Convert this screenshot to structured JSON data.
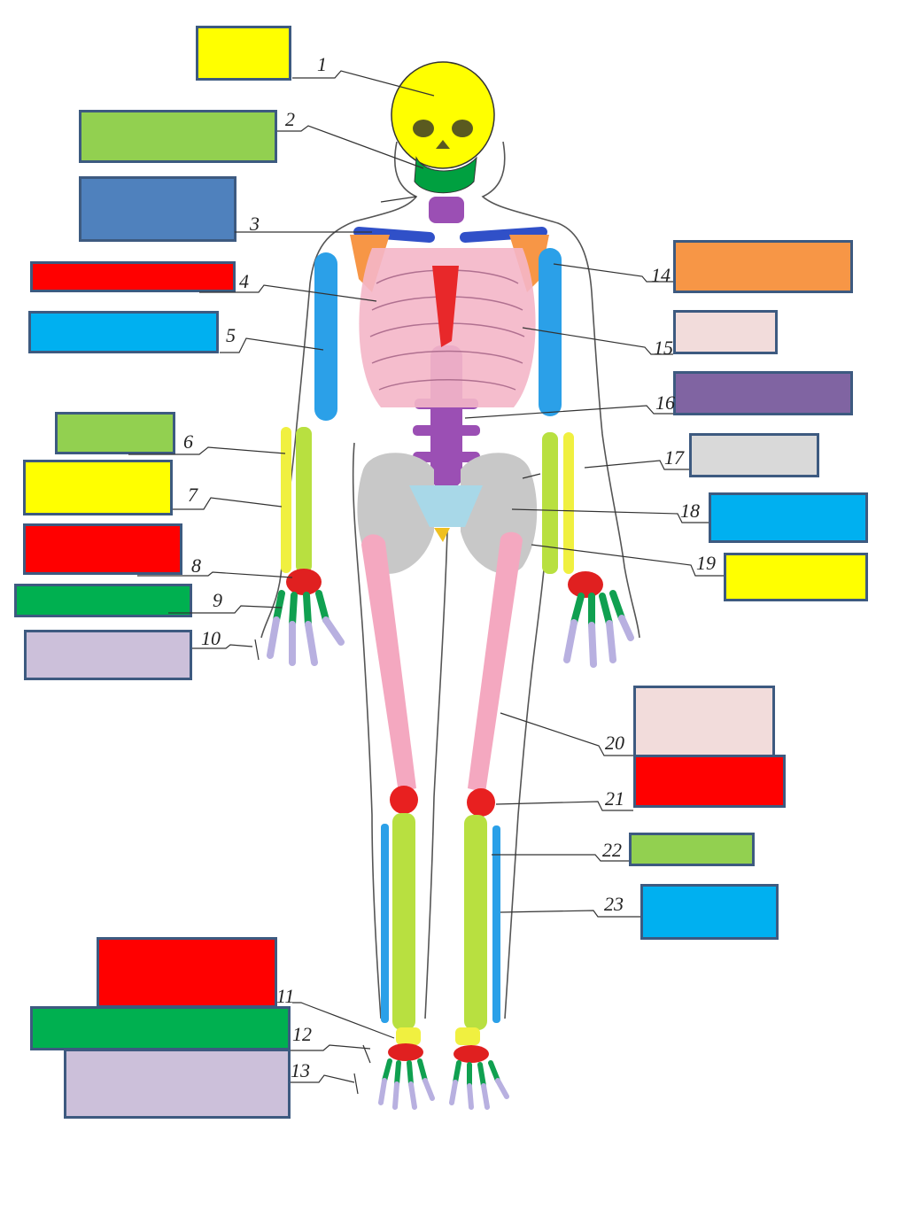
{
  "diagram": {
    "numbers": [
      "1",
      "2",
      "3",
      "4",
      "5",
      "6",
      "7",
      "8",
      "9",
      "10",
      "11",
      "12",
      "13",
      "14",
      "15",
      "16",
      "17",
      "18",
      "19",
      "20",
      "21",
      "22",
      "23"
    ],
    "box_colors": {
      "b1": "#ffff00",
      "b2": "#92d050",
      "b3": "#4f81bd",
      "b4": "#ff0000",
      "b5": "#00b0f0",
      "b6": "#92d050",
      "b7": "#ffff00",
      "b8": "#ff0000",
      "b9": "#00b050",
      "b10": "#ccc0da",
      "b11": "#ff0000",
      "b12": "#00b050",
      "b13": "#ccc0da",
      "b14": "#f79646",
      "b15": "#f2dcdb",
      "b16": "#8064a2",
      "b17": "#d9d9d9",
      "b18": "#00b0f0",
      "b19": "#ffff00",
      "b20": "#f2dcdb",
      "b21": "#ff0000",
      "b22": "#92d050",
      "b23": "#00b0f0"
    },
    "bone_colors": {
      "skull": "#ffff00",
      "mandible": "#00a040",
      "clavicle": "#3050c8",
      "scapula": "#f79646",
      "ribs": "#f4b6c8",
      "sternum": "#e8282a",
      "spine": "#9b4fb4",
      "humerus": "#2ba0e8",
      "radius": "#f0f040",
      "ulna": "#b8e040",
      "carpals": "#e02020",
      "metacarpals": "#10a050",
      "phalanges": "#b8b0e0",
      "pelvis": "#c8c8c8",
      "sacrum": "#a8d8e8",
      "coccyx": "#f0c020",
      "femur": "#f4a8c0",
      "patella": "#e82020",
      "tibia": "#b8e040",
      "fibula": "#2ba0e8"
    }
  }
}
